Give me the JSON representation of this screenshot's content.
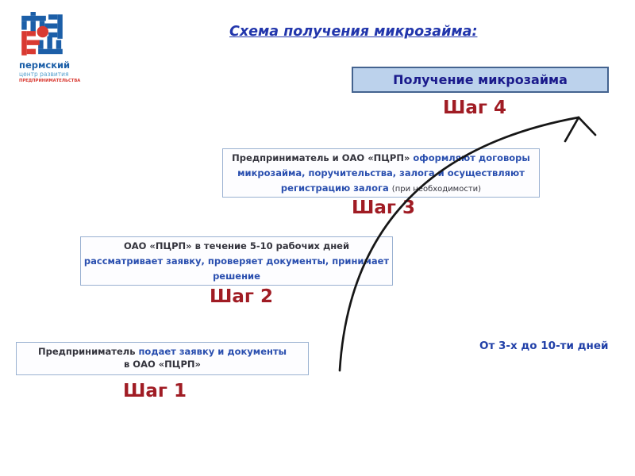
{
  "title": "Схема получения микрозайма:",
  "logo": {
    "line1": "пермский",
    "line2": "центр развития",
    "line3": "ПРЕДПРИНИМАТЕЛЬСТВА"
  },
  "steps": [
    {
      "label": "Шаг 1",
      "box": {
        "dark1": "Предприниматель ",
        "blue1": "подает заявку и документы",
        "dark2": "в ОАО «ПЦРП»"
      }
    },
    {
      "label": "Шаг 2",
      "box": {
        "dark1": "ОАО «ПЦРП» в течение 5-10 рабочих дней",
        "blue1": "рассматривает заявку, проверяет документы, принимает",
        "blue2": "решение"
      }
    },
    {
      "label": "Шаг 3",
      "box": {
        "dark1": "Предприниматель и ОАО «ПЦРП» ",
        "blue1": "оформляют  договоры",
        "blue2": "микрозайма, поручительства, залога  и осуществляют",
        "blue3": "регистрацию залога ",
        "note": "(при необходимости)"
      }
    },
    {
      "label": "Шаг 4",
      "box": {
        "result": "Получение микрозайма"
      }
    }
  ],
  "annotation": {
    "duration": "От 3-х до 10-ти дней"
  },
  "colors": {
    "title_blue": "#2236AC",
    "text_blue": "#2A4FAF",
    "text_dark": "#33333C",
    "step_red": "#A01C24",
    "result_fill": "#BCD2EC",
    "result_border": "#44638F",
    "result_text": "#1A1A8C",
    "box_border": "#9AB1D1",
    "arrow": "#161616",
    "logo_blue": "#1C5FA8",
    "logo_light_blue": "#56A0CE",
    "logo_red": "#D93A32",
    "note_blue": "#2140A8"
  }
}
